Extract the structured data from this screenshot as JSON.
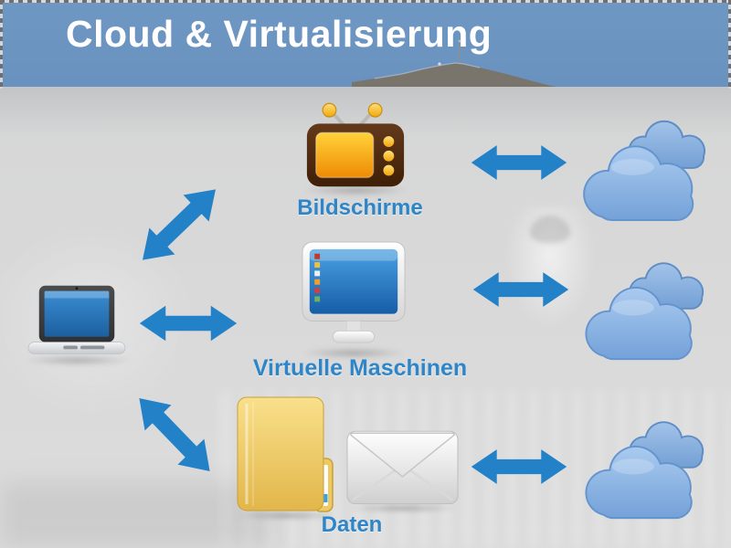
{
  "slide": {
    "title": "Cloud & Virtualisierung"
  },
  "diagram": {
    "client": {
      "icon": "laptop"
    },
    "rows": [
      {
        "label": "Bildschirme",
        "icon": "retro-tv"
      },
      {
        "label": "Virtuelle Maschinen",
        "icon": "desktop-monitor"
      },
      {
        "label": "Daten",
        "icons": [
          "folder",
          "envelope"
        ]
      }
    ],
    "clouds": {
      "count": 3,
      "icon": "cloud-pair"
    },
    "connections": [
      {
        "from": "laptop",
        "to": "Bildschirme",
        "type": "double-arrow",
        "orientation": "diagonal-up"
      },
      {
        "from": "laptop",
        "to": "Virtuelle Maschinen",
        "type": "double-arrow",
        "orientation": "horizontal"
      },
      {
        "from": "laptop",
        "to": "Daten",
        "type": "double-arrow",
        "orientation": "diagonal-down"
      },
      {
        "from": "Bildschirme",
        "to": "cloud",
        "type": "double-arrow",
        "orientation": "horizontal"
      },
      {
        "from": "Virtuelle Maschinen",
        "to": "cloud",
        "type": "double-arrow",
        "orientation": "horizontal"
      },
      {
        "from": "Daten",
        "to": "cloud",
        "type": "double-arrow",
        "orientation": "horizontal"
      }
    ]
  },
  "colors": {
    "header_bg": "#6E97C3",
    "title_text": "#FFFFFF",
    "label_text": "#2E86C8",
    "arrow": "#2381C8",
    "cloud_fill": "#7FA9DC",
    "background": "#D8D8D8"
  }
}
